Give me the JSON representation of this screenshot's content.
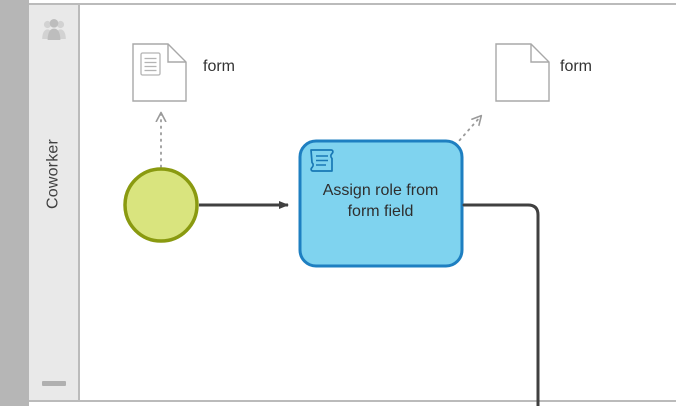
{
  "diagram": {
    "type": "bpmn-process-diagram",
    "pool": {
      "lane": {
        "label": "Coworker",
        "icon": "people-icon",
        "collapse_handle": "lane-collapse-bar"
      }
    },
    "elements": {
      "start_event": {
        "name": "start-event",
        "shape": "circle",
        "label": "",
        "fill": "#d9e47e",
        "stroke": "#8a9a10"
      },
      "task": {
        "name": "script-task",
        "label": "Assign role from form field",
        "label_line_1": "Assign role from",
        "label_line_2": "form field",
        "icon": "script-task-icon",
        "fill": "#7fd3ef",
        "stroke": "#1e7fc1",
        "text_color": "#2e2e2e"
      },
      "data_object_input": {
        "name": "data-object-form-input",
        "label": "form",
        "has_inner_icon": true,
        "stroke": "#a0a0a0"
      },
      "data_object_output": {
        "name": "data-object-form-output",
        "label": "form",
        "has_inner_icon": false,
        "stroke": "#a0a0a0"
      }
    },
    "connections": {
      "sequence_flow_start_to_task": {
        "name": "sequence-flow",
        "style": "solid",
        "color": "#404040",
        "arrowhead": "filled"
      },
      "sequence_flow_task_outgoing": {
        "name": "sequence-flow-outgoing",
        "style": "solid",
        "color": "#404040",
        "arrowhead": "none"
      },
      "association_start_to_form": {
        "name": "data-association-input",
        "style": "dotted",
        "color": "#9a9a9a",
        "arrowhead": "open"
      },
      "association_task_to_form": {
        "name": "data-association-output",
        "style": "dotted",
        "color": "#9a9a9a",
        "arrowhead": "open"
      }
    },
    "colors": {
      "canvas": "#ffffff",
      "gutter": "#b6b6b6",
      "lane_header": "#e9e9e9",
      "lane_border": "#bbbbbb"
    }
  }
}
